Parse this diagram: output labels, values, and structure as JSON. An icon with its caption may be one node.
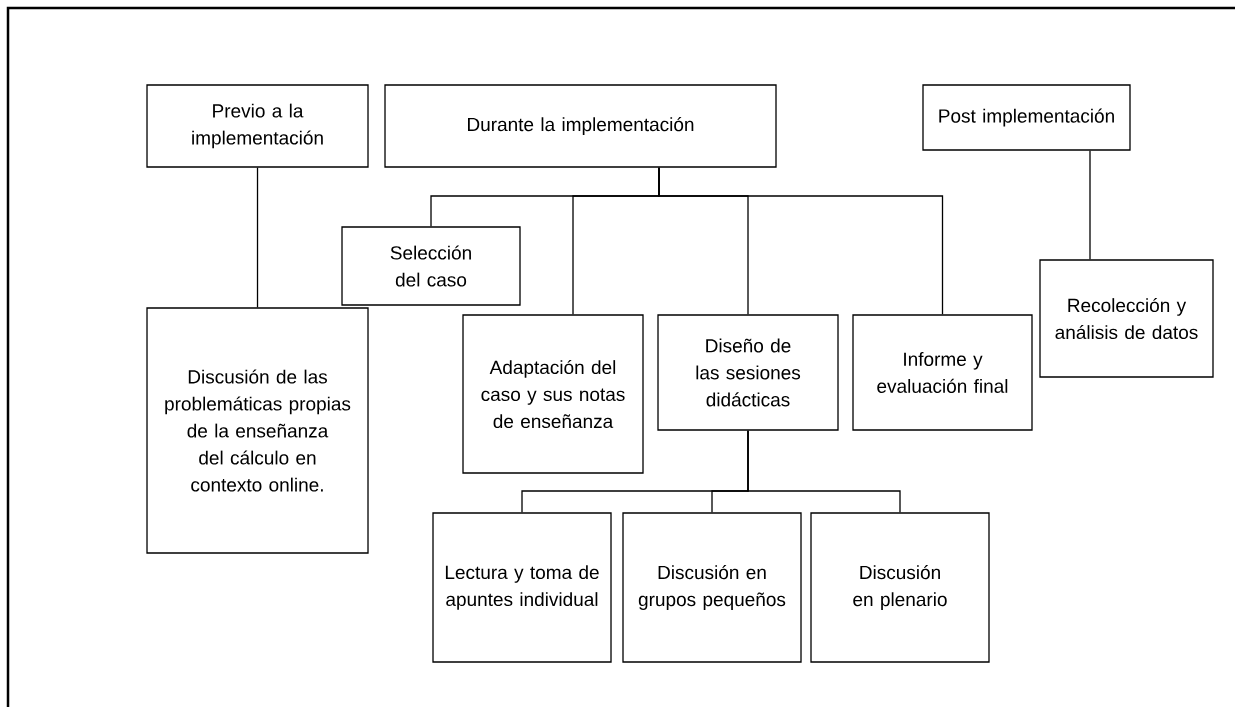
{
  "diagram": {
    "nodes": [
      {
        "text": [
          "Previo a la implementación"
        ]
      },
      {
        "text": [
          "Durante la implementación"
        ]
      },
      {
        "text": [
          "Post implementación"
        ]
      },
      {
        "text": [
          "Selección del caso"
        ]
      },
      {
        "text": [
          "Adaptación del caso y sus notas de enseñanza"
        ]
      },
      {
        "text": [
          "Diseño de las sesiones didácticas"
        ]
      },
      {
        "text": [
          "Informe y evaluación final"
        ]
      },
      {
        "text": [
          "Recolección y análisis de datos"
        ]
      },
      {
        "text": [
          "Discusión de las problemáticas propias de la enseñanza del cálculo en contexto online."
        ]
      },
      {
        "text": [
          "Lectura y toma de apuntes individual"
        ]
      },
      {
        "text": [
          "Discusión en grupos pequeños"
        ]
      },
      {
        "text": [
          "Discusión en plenario"
        ]
      }
    ],
    "edges": [
      {
        "from": 0,
        "to": 8,
        "arrow": "none"
      },
      {
        "from": 1,
        "to": 3,
        "arrow": "none"
      },
      {
        "from": 1,
        "to": 4,
        "arrow": "none"
      },
      {
        "from": 1,
        "to": 5,
        "arrow": "none"
      },
      {
        "from": 1,
        "to": 6,
        "arrow": "none"
      },
      {
        "from": 2,
        "to": 7,
        "arrow": "none"
      },
      {
        "from": 5,
        "to": 9,
        "arrow": "none"
      },
      {
        "from": 5,
        "to": 10,
        "arrow": "none"
      },
      {
        "from": 5,
        "to": 11,
        "arrow": "none"
      }
    ]
  }
}
